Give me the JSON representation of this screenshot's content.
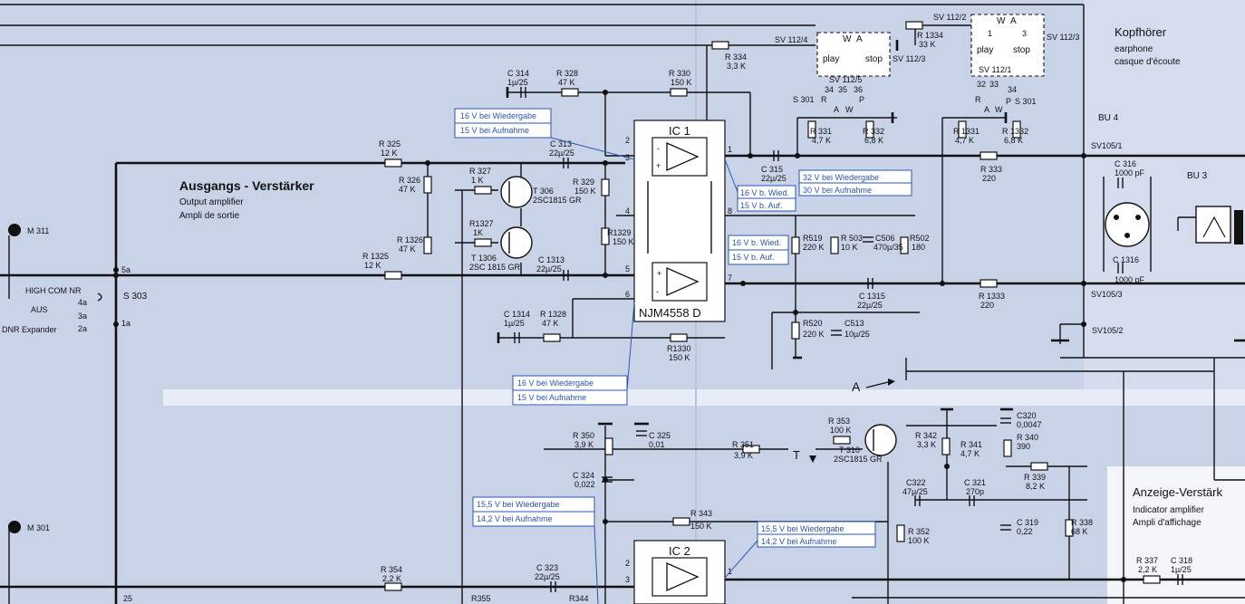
{
  "sections": {
    "output_amp": {
      "title": "Ausgangs - Verstärker",
      "en": "Output amplifier",
      "fr": "Ampli de sortie"
    },
    "headphone": {
      "title": "Kopfhörer",
      "en": "earphone",
      "fr": "casque d'écoute"
    },
    "indicator": {
      "title": "Anzeige-Verstärk",
      "en": "Indicator amplifier",
      "fr": "Ampli d'affichage"
    }
  },
  "ics": {
    "ic1": {
      "name": "IC 1",
      "type": "NJM4558 D"
    },
    "ic2": {
      "name": "IC 2"
    }
  },
  "pins": {
    "ic1": [
      "2",
      "3",
      "4",
      "5",
      "6",
      "1",
      "8",
      "7"
    ],
    "ic2": [
      "2",
      "3",
      "1"
    ]
  },
  "switch_labels": {
    "s303": "S 303",
    "s301a": "S 301",
    "s301b": "S 301",
    "sv112_4": "SV 112/4",
    "sv112_3a": "SV 112/3",
    "sv112_5": "SV 112/5",
    "sv112_2": "SV 112/2",
    "sv112_3b": "SV 112/3",
    "sv112_1": "SV 112/1",
    "play": "play",
    "stop": "stop",
    "w": "W",
    "a": "A",
    "r": "R",
    "p": "P",
    "one": "1",
    "three": "3",
    "c34": "34",
    "c35": "35",
    "c36": "36",
    "c32": "32",
    "c33": "33",
    "c34b": "34",
    "t5a": "5a",
    "t1a": "1a",
    "t4a": "4a",
    "t3a": "3a",
    "t2a": "2a",
    "t25": "25",
    "high_com": "HIGH COM NR",
    "aus": "AUS",
    "dnr": "DNR Expander"
  },
  "connectors": {
    "m311": "M 311",
    "m301": "M 301",
    "bu4": "BU 4",
    "bu3": "BU 3",
    "sv105_1": "SV105/1",
    "sv105_3": "SV105/3",
    "sv105_2": "SV105/2",
    "node_a": "A",
    "node_t": "T"
  },
  "components": {
    "r334": [
      "R 334",
      "3,3 K"
    ],
    "r1334": [
      "R 1334",
      "33 K"
    ],
    "c314": [
      "C 314",
      "1µ/25"
    ],
    "r328": [
      "R 328",
      "47 K"
    ],
    "r330": [
      "R 330",
      "150 K"
    ],
    "r325": [
      "R 325",
      "12 K"
    ],
    "r326": [
      "R 326",
      "47 K"
    ],
    "r327": [
      "R 327",
      "1 K"
    ],
    "t306": [
      "T 306",
      "2SC1815 GR"
    ],
    "c313": [
      "C 313",
      "22µ/25"
    ],
    "r329": [
      "R 329",
      "150 K"
    ],
    "r1327": [
      "R1327",
      "1K"
    ],
    "t1306": [
      "T 1306",
      "2SC 1815 GR"
    ],
    "r1329": [
      "R1329",
      "150 K"
    ],
    "r1326": [
      "R 1326",
      "47 K"
    ],
    "r1325": [
      "R 1325",
      "12 K"
    ],
    "c1313": [
      "C 1313",
      "22µ/25"
    ],
    "c1314": [
      "C 1314",
      "1µ/25"
    ],
    "r1328": [
      "R 1328",
      "47 K"
    ],
    "r1330": [
      "R1330",
      "150 K"
    ],
    "r331": [
      "R 331",
      "4,7 K"
    ],
    "r332": [
      "R 332",
      "6,8 K"
    ],
    "r1331": [
      "R 1331",
      "4,7 K"
    ],
    "r1332": [
      "R 1332",
      "6,8 K"
    ],
    "c315": [
      "C 315",
      "22µ/25"
    ],
    "r333": [
      "R 333",
      "220"
    ],
    "c316": [
      "C 316",
      "1000 pF"
    ],
    "c1316": [
      "C 1316",
      "1000 pF"
    ],
    "r519": [
      "R519",
      "220 K"
    ],
    "r503": [
      "R 503",
      "10 K"
    ],
    "c506": [
      "C506",
      "470µ/35"
    ],
    "r502": [
      "R502",
      "180"
    ],
    "c1315": [
      "C 1315",
      "22µ/25"
    ],
    "r1333": [
      "R 1333",
      "220"
    ],
    "r520": [
      "R520",
      "220 K"
    ],
    "c513": [
      "C513",
      "10µ/25"
    ],
    "r350": [
      "R 350",
      "3,9 K"
    ],
    "c325": [
      "C 325",
      "0,01"
    ],
    "c324": [
      "C 324",
      "0,022"
    ],
    "r351": [
      "R 351",
      "3,9 K"
    ],
    "r353": [
      "R 353",
      "100 K"
    ],
    "t310": [
      "T 310",
      "2SC1815 GR"
    ],
    "r342": [
      "R 342",
      "3,3 K"
    ],
    "r341": [
      "R 341",
      "4,7 K"
    ],
    "c320": [
      "C320",
      "0,0047"
    ],
    "r340": [
      "R 340",
      "390"
    ],
    "r339": [
      "R 339",
      "8,2 K"
    ],
    "c322": [
      "C322",
      "47µ/25"
    ],
    "c321": [
      "C 321",
      "270p"
    ],
    "c319": [
      "C 319",
      "0,22"
    ],
    "r338": [
      "R 338",
      "68 K"
    ],
    "r343": [
      "R 343",
      "150 K"
    ],
    "r352": [
      "R 352",
      "100 K"
    ],
    "c323": [
      "C 323",
      "22µ/25"
    ],
    "r354": [
      "R 354",
      "2,2 K"
    ],
    "r355": [
      "R355",
      ""
    ],
    "r344": [
      "R344",
      ""
    ],
    "r337": [
      "R 337",
      "2,2 K"
    ],
    "c318": [
      "C 318",
      "1µ/25"
    ]
  },
  "annotations": {
    "a1": [
      "16 V bei Wiedergabe",
      "15 V bei Aufnahme"
    ],
    "a2": [
      "32 V bei Wiedergabe",
      "30 V bei Aufnahme"
    ],
    "a3": [
      "16 V b. Wied.",
      "15 V b. Auf."
    ],
    "a4": [
      "16 V b. Wied.",
      "15 V b. Auf."
    ],
    "a5": [
      "16 V bei Wiedergabe",
      "15 V bei Aufnahme"
    ],
    "a6": [
      "15,5 V bei Wiedergabe",
      "14,2 V bei Aufnahme"
    ],
    "a7": [
      "15,5 V bei Wiedergabe",
      "14,2 V bei Aufnahme"
    ]
  }
}
